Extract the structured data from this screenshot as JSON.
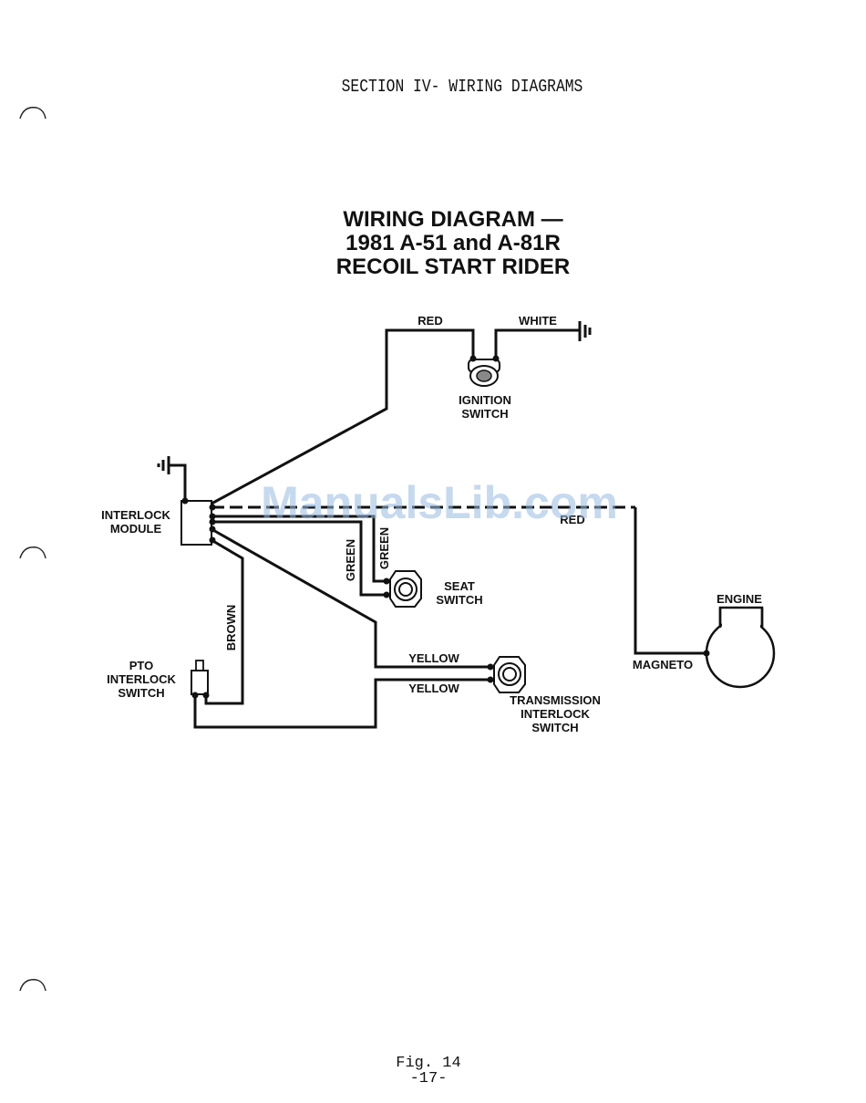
{
  "header": {
    "section": "SECTION IV- WIRING DIAGRAMS"
  },
  "title": {
    "line1": "WIRING DIAGRAM —",
    "line2": "1981 A-51 and A-81R",
    "line3": "RECOIL START RIDER"
  },
  "labels": {
    "wire_red_top": "RED",
    "wire_white": "WHITE",
    "ignition_switch_1": "IGNITION",
    "ignition_switch_2": "SWITCH",
    "interlock_module_1": "INTERLOCK",
    "interlock_module_2": "MODULE",
    "wire_red_dashed": "RED",
    "wire_green_1": "GREEN",
    "wire_green_2": "GREEN",
    "seat_switch_1": "SEAT",
    "seat_switch_2": "SWITCH",
    "engine": "ENGINE",
    "magneto": "MAGNETO",
    "wire_brown": "BROWN",
    "pto_switch_1": "PTO",
    "pto_switch_2": "INTERLOCK",
    "pto_switch_3": "SWITCH",
    "wire_yellow_1": "YELLOW",
    "wire_yellow_2": "YELLOW",
    "transmission_switch_1": "TRANSMISSION",
    "transmission_switch_2": "INTERLOCK",
    "transmission_switch_3": "SWITCH"
  },
  "watermark": "ManualsLib.com",
  "footer": {
    "figure": "Fig. 14",
    "page": "-17-"
  }
}
